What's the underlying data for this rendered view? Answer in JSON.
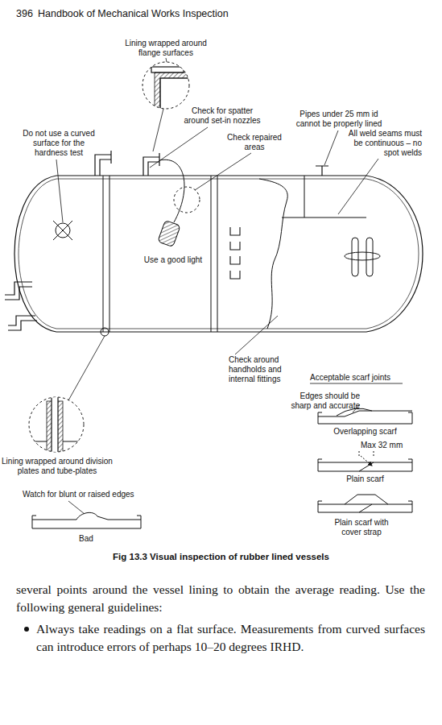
{
  "diagram": {
    "caption": "Fig 13.3 Visual inspection of rubber lined vessels",
    "labels": [
      "396",
      "Handbook of Mechanical Works Inspection",
      "Lining wrapped around flange surfaces",
      "Check for spatter around set-in nozzles",
      "Pipes under 25 mm id cannot be properly lined",
      "Do not use a curved surface for the hardness test",
      "Check repaired areas",
      "All weld seams must be continuous – no spot welds",
      "Use a good light",
      "Check around handholds and internal fittings",
      "Acceptable scarf joints",
      "Edges should be sharp and accurate",
      "Overlapping scarf",
      "Max 32 mm",
      "Lining wrapped around division plates and tube-plates",
      "Plain scarf",
      "Watch for blunt or raised edges",
      "Plain scarf with cover strap",
      "Bad",
      "several points around the vessel lining to obtain the average reading. Use the following general guidelines:",
      "Always take readings on a flat surface. Measurements from curved surfaces can introduce errors of perhaps 10–20 degrees IRHD."
    ]
  }
}
